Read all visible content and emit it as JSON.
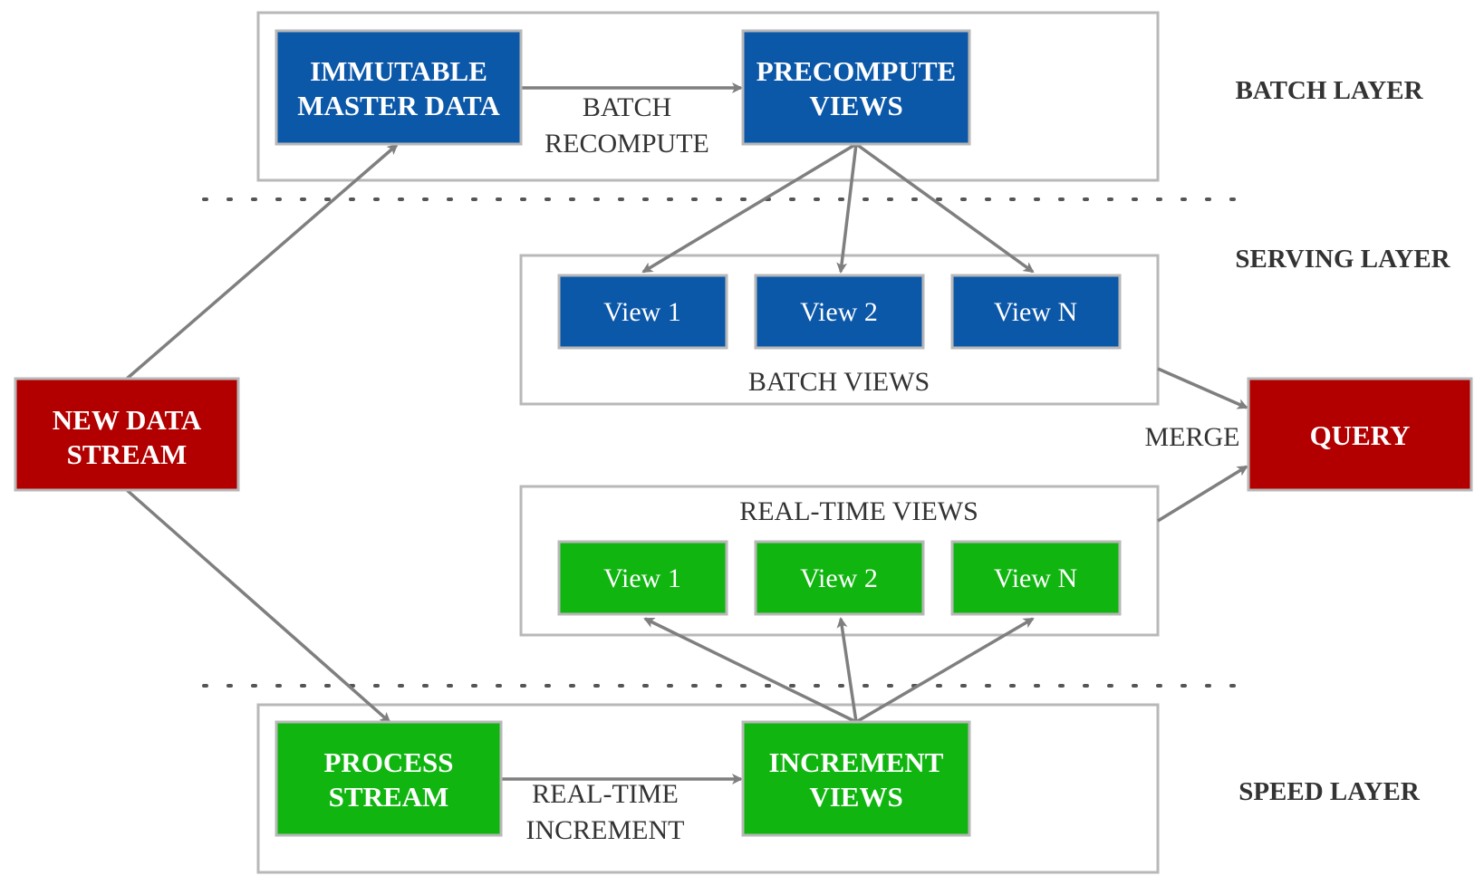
{
  "layers": {
    "batch": "BATCH LAYER",
    "serving": "SERVING LAYER",
    "speed": "SPEED LAYER"
  },
  "boxes": {
    "immutable_master_data": [
      "IMMUTABLE",
      "MASTER DATA"
    ],
    "precompute_views": [
      "PRECOMPUTE",
      "VIEWS"
    ],
    "new_data_stream": [
      "NEW DATA",
      "STREAM"
    ],
    "query": "QUERY",
    "process_stream": [
      "PROCESS",
      "STREAM"
    ],
    "increment_views": [
      "INCREMENT",
      "VIEWS"
    ]
  },
  "batch_views": {
    "caption": "BATCH VIEWS",
    "views": [
      "View 1",
      "View 2",
      "View N"
    ]
  },
  "realtime_views": {
    "caption": "REAL-TIME VIEWS",
    "views": [
      "View 1",
      "View 2",
      "View N"
    ]
  },
  "edge_labels": {
    "batch_recompute": [
      "BATCH",
      "RECOMPUTE"
    ],
    "realtime_increment": [
      "REAL-TIME",
      "INCREMENT"
    ],
    "merge": "MERGE"
  },
  "colors": {
    "blue": "#0B57A8",
    "green": "#10B510",
    "red": "#B20000",
    "border_gray": "#B8B8B8",
    "arrow_gray": "#7F7F7F",
    "text_gray": "#333333"
  }
}
